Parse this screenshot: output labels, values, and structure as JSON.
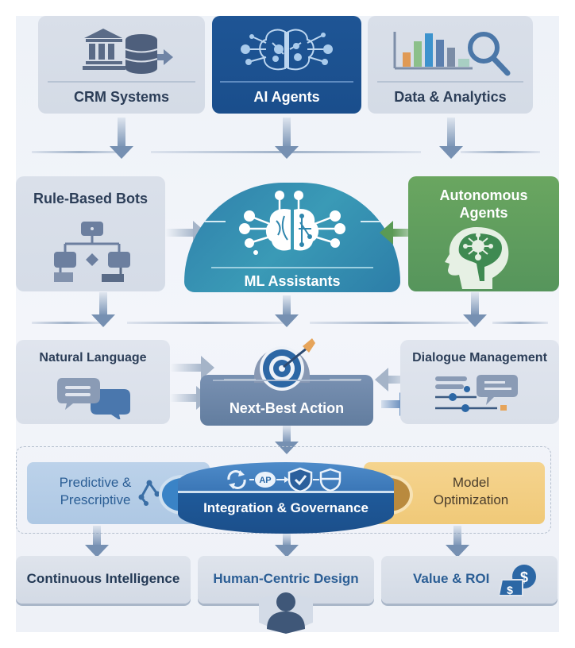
{
  "diagram": {
    "row1": [
      {
        "label": "CRM Systems",
        "icon": "bank-database-icon"
      },
      {
        "label": "AI Agents",
        "icon": "brain-network-icon"
      },
      {
        "label": "Data & Analytics",
        "icon": "bar-chart-magnifier-icon"
      }
    ],
    "row2": {
      "left": {
        "label": "Rule-Based Bots",
        "icon": "flowchart-icon"
      },
      "center": {
        "label": "ML Assistants",
        "icon": "brain-network-icon"
      },
      "right": {
        "label_line1": "Autonomous",
        "label_line2": "Agents",
        "icon": "head-brain-icon"
      }
    },
    "row3": {
      "left": {
        "label": "Natural Language",
        "icon": "chat-bubbles-icon"
      },
      "center": {
        "label": "Next-Best Action",
        "icon": "target-arrow-icon"
      },
      "right": {
        "label": "Dialogue Management",
        "icon": "sliders-chat-icon"
      }
    },
    "row4": {
      "left": {
        "label_line1": "Predictive &",
        "label_line2": "Prescriptive",
        "icon": "nodes-icon"
      },
      "center": {
        "label": "Integration & Governance",
        "icon_text": "AP"
      },
      "right": {
        "label_line1": "Model",
        "label_line2": "Optimization"
      }
    },
    "row5": [
      {
        "label": "Continuous Intelligence"
      },
      {
        "label": "Human-Centric Design",
        "icon": "person-icon"
      },
      {
        "label": "Value & ROI",
        "icon": "dollar-cash-icon"
      }
    ],
    "colors": {
      "ai_agents": "#1f5a9a",
      "ml_assistants": "#2f8fb0",
      "autonomous": "#5a9e58",
      "next_best": "#6e88aa",
      "integration": "#225d9e",
      "predictive": "#b7cfe8",
      "optimization": "#f3cf86",
      "text_dark": "#243a56",
      "text_blue": "#2b5e95"
    }
  }
}
